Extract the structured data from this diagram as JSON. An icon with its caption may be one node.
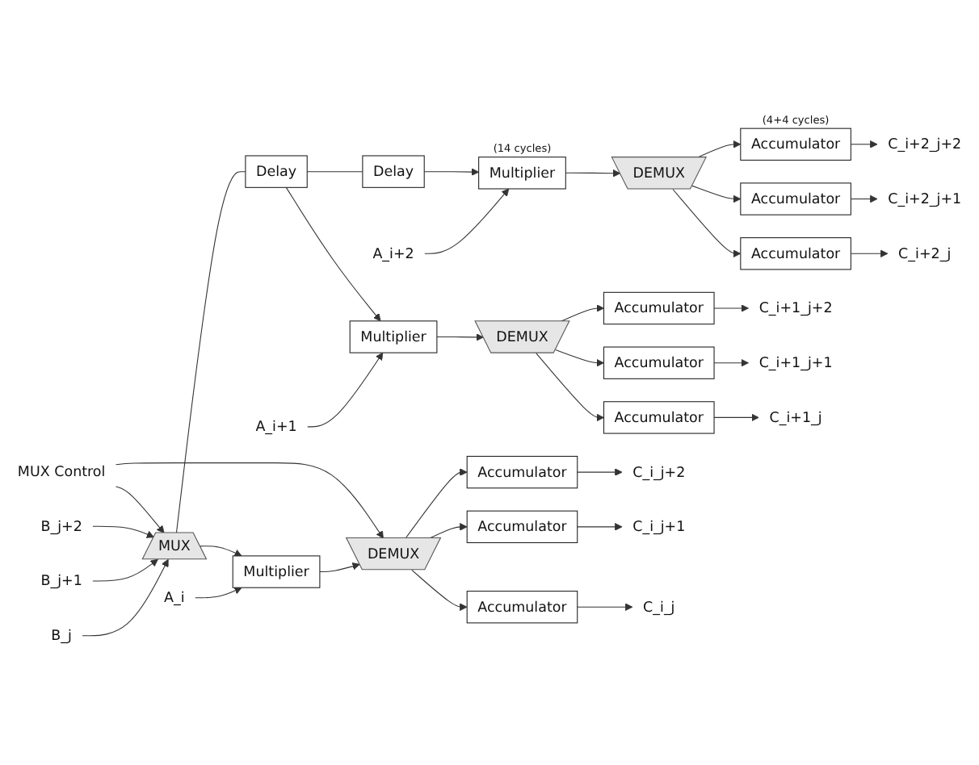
{
  "diagram": {
    "nodes": [
      {
        "text": [
          "A_i+2"
        ]
      },
      {
        "text": [
          "Multiplier"
        ],
        "beside": [
          "(14 cycles)"
        ]
      },
      {
        "text": [
          "DEMUX"
        ]
      },
      {
        "text": [
          "Accumulator"
        ],
        "beside": [
          "(4+4 cycles)"
        ]
      },
      {
        "text": [
          "C_i+2_j+2"
        ]
      },
      {
        "text": [
          "Accumulator"
        ]
      },
      {
        "text": [
          "C_i+2_j+1"
        ]
      },
      {
        "text": [
          "Accumulator"
        ]
      },
      {
        "text": [
          "C_i+2_j"
        ]
      },
      {
        "text": [
          "Delay"
        ]
      },
      {
        "text": [
          "A_i+1"
        ]
      },
      {
        "text": [
          "Multiplier"
        ]
      },
      {
        "text": [
          "DEMUX"
        ]
      },
      {
        "text": [
          "Accumulator"
        ]
      },
      {
        "text": [
          "C_i+1_j+2"
        ]
      },
      {
        "text": [
          "Accumulator"
        ]
      },
      {
        "text": [
          "C_i+1_j+1"
        ]
      },
      {
        "text": [
          "Accumulator"
        ]
      },
      {
        "text": [
          "C_i+1_j"
        ]
      },
      {
        "text": [
          "Delay"
        ]
      },
      {
        "text": [
          "A_i"
        ]
      },
      {
        "text": [
          "Multiplier"
        ]
      },
      {
        "text": [
          "DEMUX"
        ]
      },
      {
        "text": [
          "Accumulator"
        ]
      },
      {
        "text": [
          "C_i_j+2"
        ]
      },
      {
        "text": [
          "Accumulator"
        ]
      },
      {
        "text": [
          "C_i_j+1"
        ]
      },
      {
        "text": [
          "Accumulator"
        ]
      },
      {
        "text": [
          "C_i_j"
        ]
      },
      {
        "text": [
          "MUX"
        ]
      },
      {
        "text": [
          "B_j"
        ]
      },
      {
        "text": [
          "B_j+1"
        ]
      },
      {
        "text": [
          "B_j+2"
        ]
      },
      {
        "text": [
          "MUX Control"
        ]
      }
    ],
    "edges": [
      {
        "from": 0,
        "to": 1,
        "arrow": "to"
      },
      {
        "from": 1,
        "to": 2,
        "arrow": "to"
      },
      {
        "from": 2,
        "to": 3,
        "arrow": "to"
      },
      {
        "from": 2,
        "to": 5,
        "arrow": "to"
      },
      {
        "from": 2,
        "to": 7,
        "arrow": "to"
      },
      {
        "from": 3,
        "to": 4,
        "arrow": "to"
      },
      {
        "from": 5,
        "to": 6,
        "arrow": "to"
      },
      {
        "from": 7,
        "to": 8,
        "arrow": "to"
      },
      {
        "from": 10,
        "to": 11,
        "arrow": "to"
      },
      {
        "from": 11,
        "to": 12,
        "arrow": "to"
      },
      {
        "from": 12,
        "to": 13,
        "arrow": "to"
      },
      {
        "from": 12,
        "to": 15,
        "arrow": "to"
      },
      {
        "from": 12,
        "to": 17,
        "arrow": "to"
      },
      {
        "from": 13,
        "to": 14,
        "arrow": "to"
      },
      {
        "from": 15,
        "to": 16,
        "arrow": "to"
      },
      {
        "from": 17,
        "to": 18,
        "arrow": "to"
      },
      {
        "from": 20,
        "to": 21,
        "arrow": "to"
      },
      {
        "from": 21,
        "to": 22,
        "arrow": "to"
      },
      {
        "from": 22,
        "to": 23,
        "arrow": "to"
      },
      {
        "from": 22,
        "to": 25,
        "arrow": "to"
      },
      {
        "from": 22,
        "to": 27,
        "arrow": "to"
      },
      {
        "from": 23,
        "to": 24,
        "arrow": "to"
      },
      {
        "from": 25,
        "to": 26,
        "arrow": "to"
      },
      {
        "from": 27,
        "to": 28,
        "arrow": "to"
      },
      {
        "from": 29,
        "to": 21,
        "arrow": "to"
      },
      {
        "from": 29,
        "to": 19,
        "arrow": "none"
      },
      {
        "from": 19,
        "to": 11,
        "arrow": "to"
      },
      {
        "from": 19,
        "to": 9,
        "arrow": "none"
      },
      {
        "from": 9,
        "to": 1,
        "arrow": "to"
      },
      {
        "from": 30,
        "to": 29,
        "arrow": "to"
      },
      {
        "from": 31,
        "to": 29,
        "arrow": "to"
      },
      {
        "from": 32,
        "to": 29,
        "arrow": "to"
      },
      {
        "from": 33,
        "to": 29,
        "arrow": "to"
      },
      {
        "from": 33,
        "to": 22,
        "arrow": "to"
      }
    ]
  }
}
